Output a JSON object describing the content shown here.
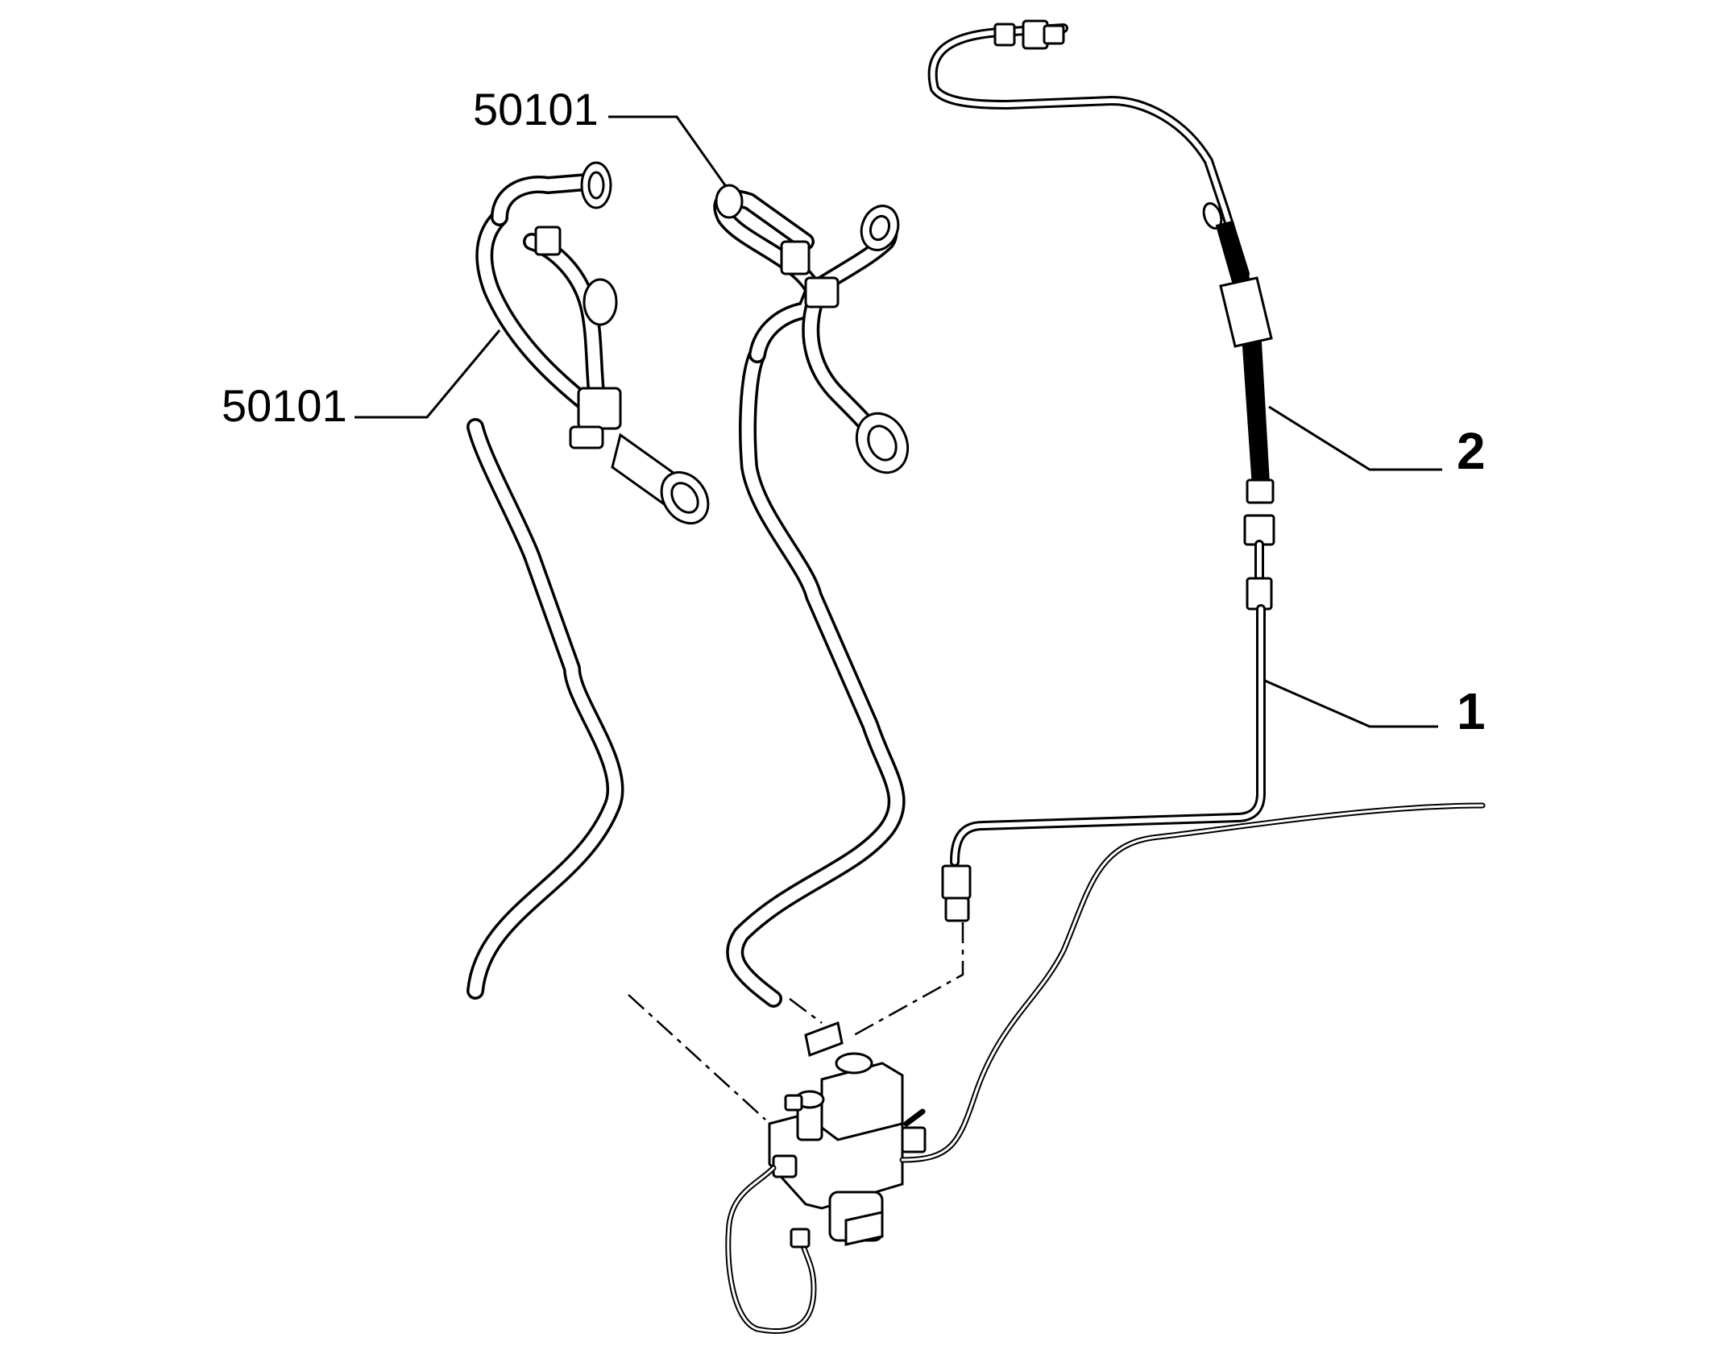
{
  "labels": {
    "hose_upper": "50101",
    "hose_left": "50101",
    "pipe_2": "2",
    "pipe_1": "1"
  }
}
